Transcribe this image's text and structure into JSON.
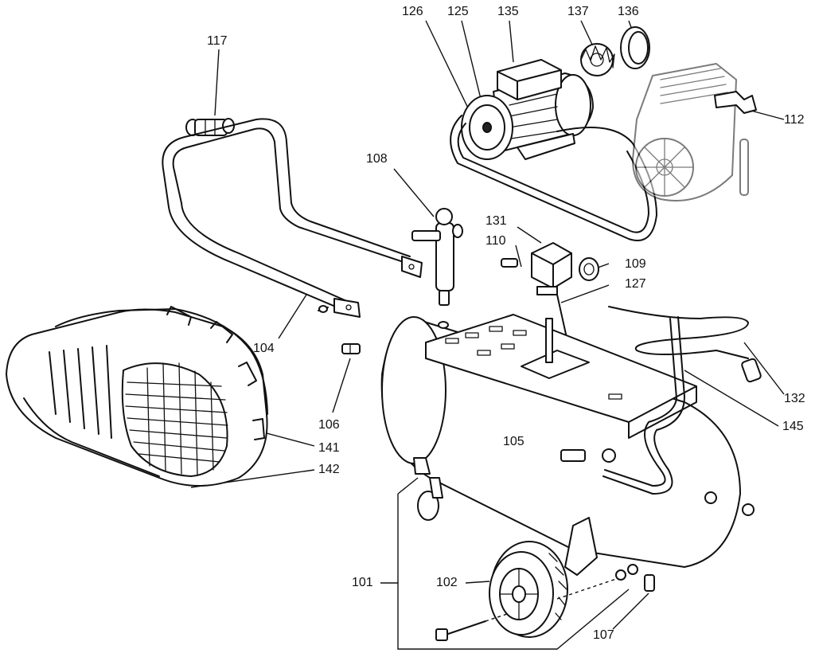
{
  "labels": {
    "p101": "101",
    "p102": "102",
    "p104": "104",
    "p105": "105",
    "p106": "106",
    "p107": "107",
    "p108": "108",
    "p109": "109",
    "p110": "110",
    "p112": "112",
    "p117": "117",
    "p125": "125",
    "p126": "126",
    "p127": "127",
    "p131": "131",
    "p132": "132",
    "p135": "135",
    "p136": "136",
    "p137": "137",
    "p141": "141",
    "p142": "142",
    "p145": "145"
  }
}
